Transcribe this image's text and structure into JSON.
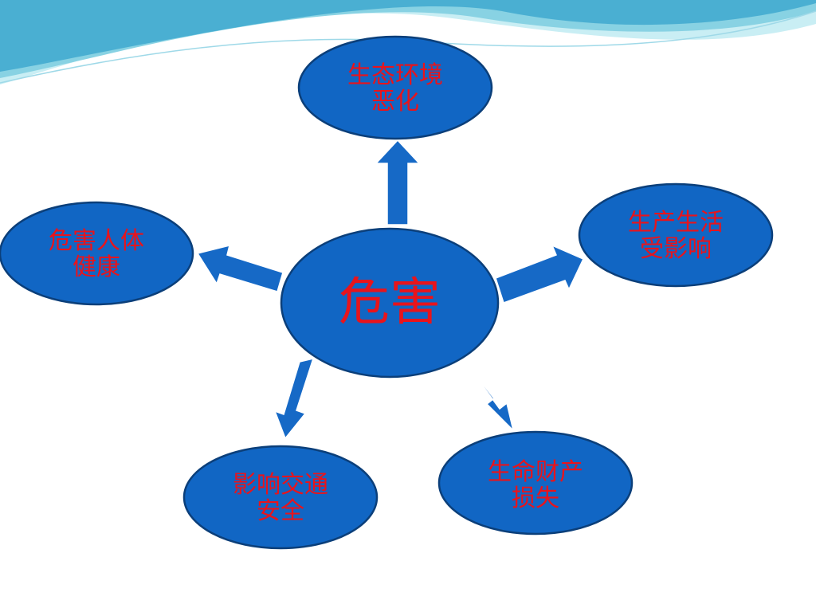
{
  "colors": {
    "node_fill": "#1166c4",
    "node_stroke": "#0b3f7a",
    "arrow_fill": "#1669c6",
    "text": "#e8141c",
    "wave_light": "#c9eef4",
    "wave_mid": "#88d2e3",
    "wave_dark": "#3fa9cf"
  },
  "diagram": {
    "center": {
      "label": "危害"
    },
    "nodes": [
      {
        "id": "ecology",
        "lines": [
          "生态环境",
          "恶化"
        ]
      },
      {
        "id": "production",
        "lines": [
          "生产生活",
          "受影响"
        ]
      },
      {
        "id": "property",
        "lines": [
          "生命财产",
          "损失"
        ]
      },
      {
        "id": "traffic",
        "lines": [
          "影响交通",
          "安全"
        ]
      },
      {
        "id": "health",
        "lines": [
          "危害人体",
          "健康"
        ]
      }
    ]
  }
}
